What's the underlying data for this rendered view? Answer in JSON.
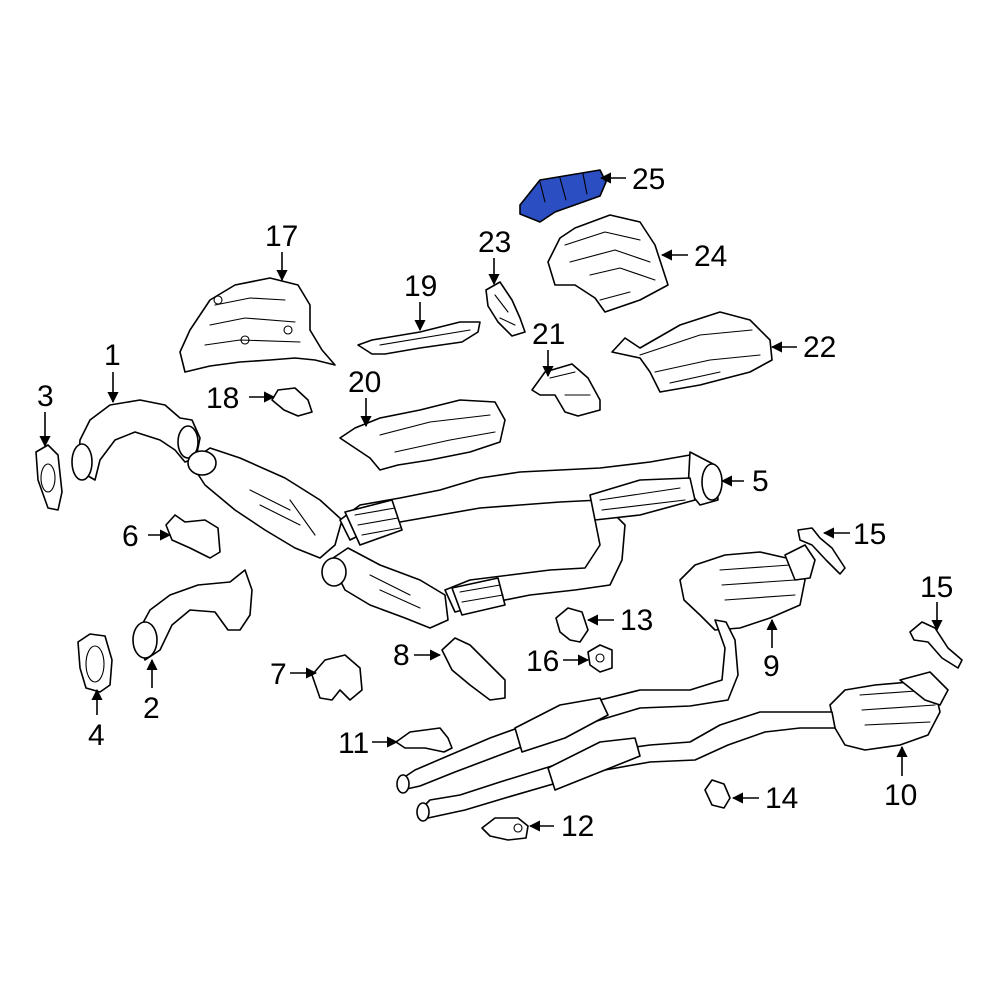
{
  "highlight_color": "#2b4fc2",
  "callouts": [
    "1",
    "2",
    "3",
    "4",
    "5",
    "6",
    "7",
    "8",
    "9",
    "10",
    "11",
    "12",
    "13",
    "14",
    "15",
    "15",
    "16",
    "17",
    "18",
    "19",
    "20",
    "21",
    "22",
    "23",
    "24",
    "25"
  ],
  "highlighted_part": "25"
}
